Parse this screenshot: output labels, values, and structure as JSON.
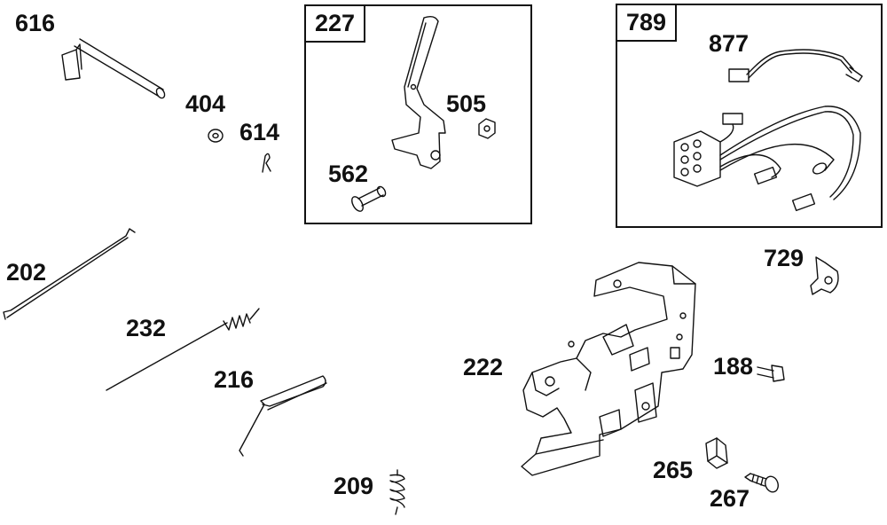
{
  "labels": {
    "p616": "616",
    "p404": "404",
    "p614": "614",
    "p227": "227",
    "p505": "505",
    "p562": "562",
    "p789": "789",
    "p877": "877",
    "p202": "202",
    "p232": "232",
    "p216": "216",
    "p222": "222",
    "p729": "729",
    "p188": "188",
    "p265": "265",
    "p267": "267",
    "p209": "209"
  }
}
